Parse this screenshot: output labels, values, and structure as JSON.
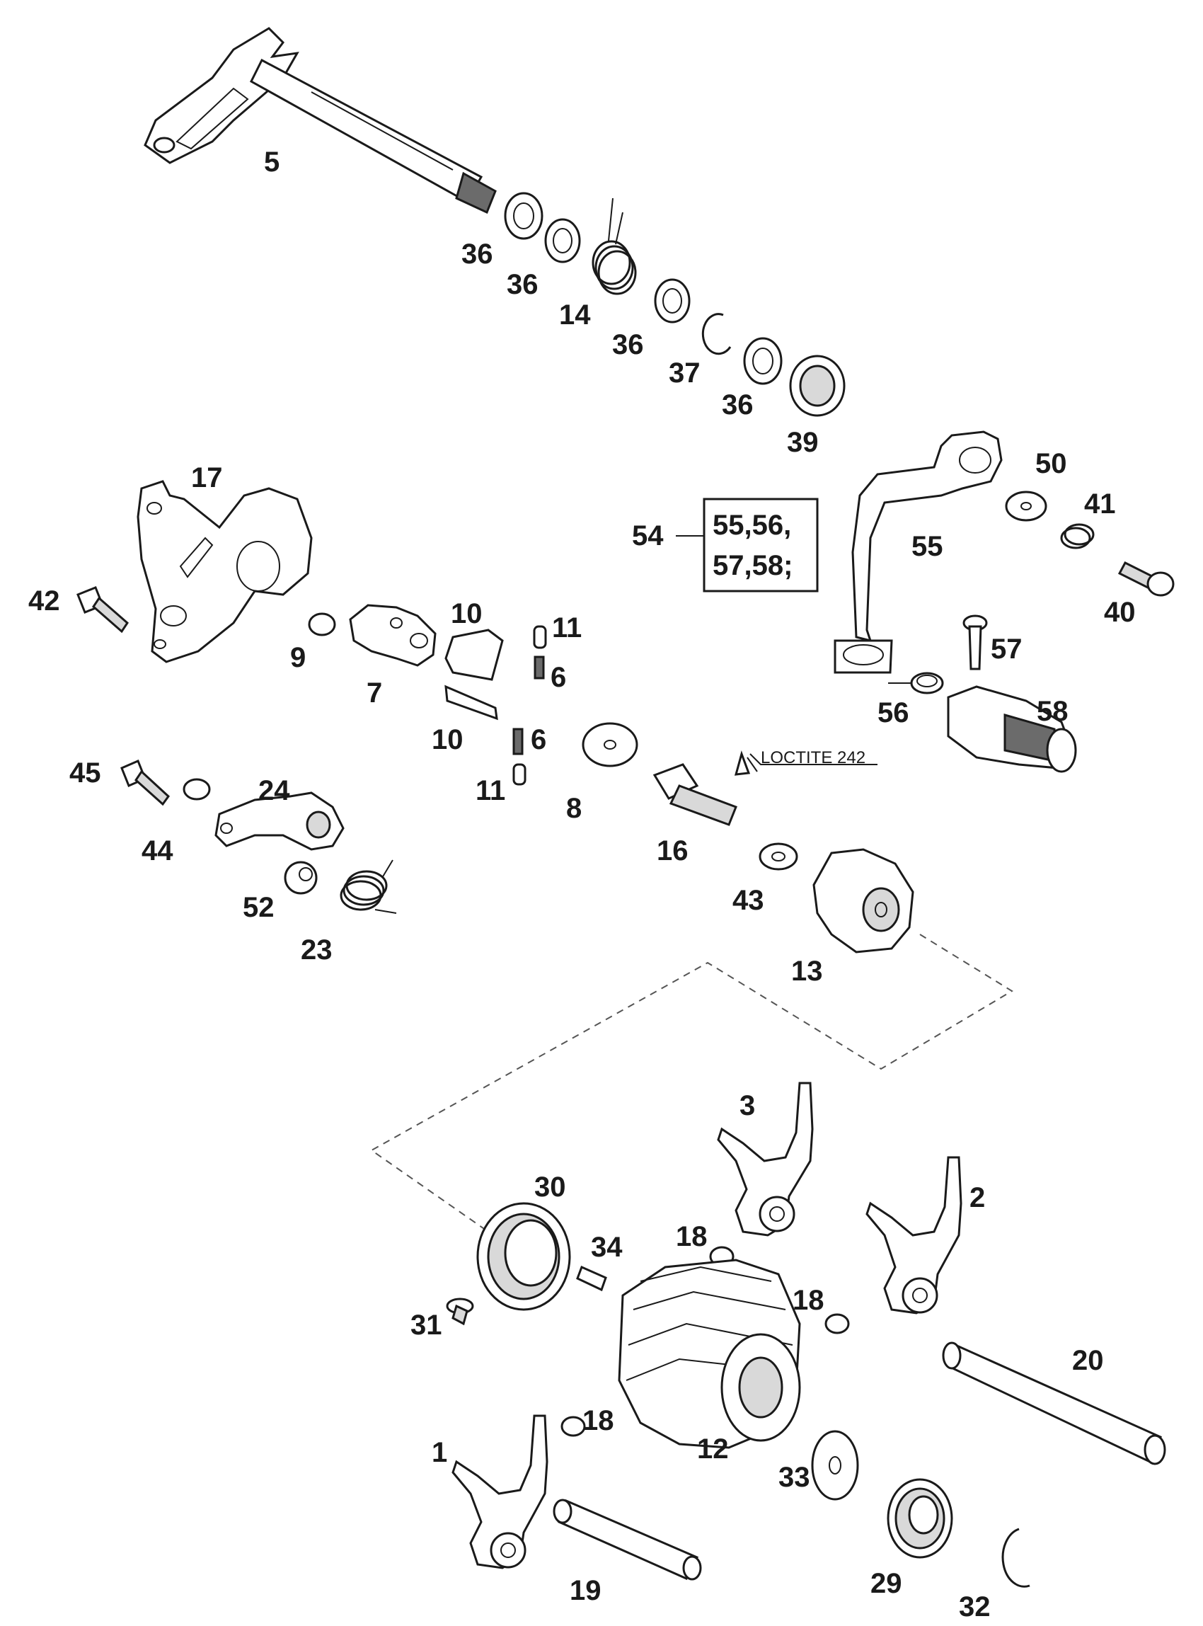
{
  "parts": {
    "p5": "5",
    "p36a": "36",
    "p36b": "36",
    "p14": "14",
    "p36c": "36",
    "p37": "37",
    "p36d": "36",
    "p39": "39",
    "p17": "17",
    "p42": "42",
    "p9": "9",
    "p7": "7",
    "p10a": "10",
    "p10b": "10",
    "p11a": "11",
    "p6a": "6",
    "p6b": "6",
    "p11b": "11",
    "p8": "8",
    "p16": "16",
    "p43": "43",
    "p13": "13",
    "p45": "45",
    "p44": "44",
    "p24": "24",
    "p52": "52",
    "p23": "23",
    "p50": "50",
    "p41": "41",
    "p40": "40",
    "p55": "55",
    "p57": "57",
    "p56": "56",
    "p58": "58",
    "p54": "54",
    "p3": "3",
    "p2": "2",
    "p30": "30",
    "p34": "34",
    "p18a": "18",
    "p18b": "18",
    "p18c": "18",
    "p31": "31",
    "p20": "20",
    "p1": "1",
    "p12": "12",
    "p33": "33",
    "p29": "29",
    "p19": "19",
    "p32": "32"
  },
  "kit_box": {
    "line1": "55,56,",
    "line2": "57,58;"
  },
  "loctite_note": "LOCTITE 242"
}
